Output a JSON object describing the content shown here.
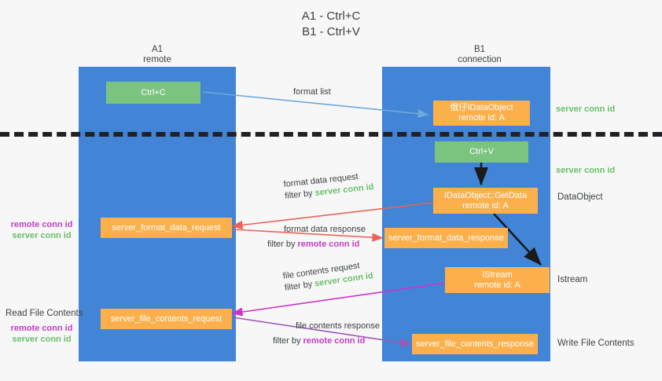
{
  "diagram": {
    "title": "A1 - Ctrl+C\nB1 - Ctrl+V",
    "background_color": "#f7f7f7",
    "lane_color": "#4285d6",
    "green_box_color": "#7bc47f",
    "orange_box_color": "#fbb04c",
    "server_conn_color": "#6abf69",
    "remote_conn_color": "#c23fc2",
    "separator_color": "#202124"
  },
  "lanes": [
    {
      "id": "a1",
      "title": "A1",
      "subtitle": "remote"
    },
    {
      "id": "b1",
      "title": "B1",
      "subtitle": "connection"
    }
  ],
  "nodes": {
    "ctrl_c": {
      "label": "Ctrl+C"
    },
    "ctrl_v": {
      "label": "Ctrl+V"
    },
    "data_object_create": {
      "line1": "俄仔IDataObject",
      "line2": "remote id: A"
    },
    "get_data": {
      "line1": "IDataObject::GetData",
      "line2": "remote id: A"
    },
    "istream": {
      "line1": "IStream",
      "line2": "remote id: A"
    },
    "server_format_data_request": {
      "label": "server_format_data_request"
    },
    "server_format_data_response": {
      "label": "server_format_data_response"
    },
    "server_file_contents_request": {
      "label": "server_file_contents_request"
    },
    "server_file_contents_response": {
      "label": "server_file_contents_response"
    }
  },
  "edges": {
    "format_list": {
      "label": "format list"
    },
    "format_data_request": {
      "line1": "format data request",
      "filter_prefix": "filter by ",
      "filter_key": "server conn id"
    },
    "format_data_response": {
      "line1": "format data response",
      "filter_prefix": "filter by ",
      "filter_key": "remote conn id"
    },
    "file_contents_request": {
      "line1": "file contents request",
      "filter_prefix": "filter by ",
      "filter_key": "server conn id"
    },
    "file_contents_response": {
      "line1": "file contents response",
      "filter_prefix": "filter by ",
      "filter_key": "remote conn id"
    }
  },
  "right_labels": {
    "server_conn_id_top": "server conn id",
    "server_conn_id_second": "server conn id",
    "data_object": "DataObject",
    "istream": "Istream",
    "write_file_contents": "Write File Contents"
  },
  "left_labels": {
    "conn_pair_top": {
      "remote": "remote conn id",
      "server": "server conn id"
    },
    "read_file_contents": "Read File Contents",
    "conn_pair_bottom": {
      "remote": "remote conn id",
      "server": "server conn id"
    }
  }
}
